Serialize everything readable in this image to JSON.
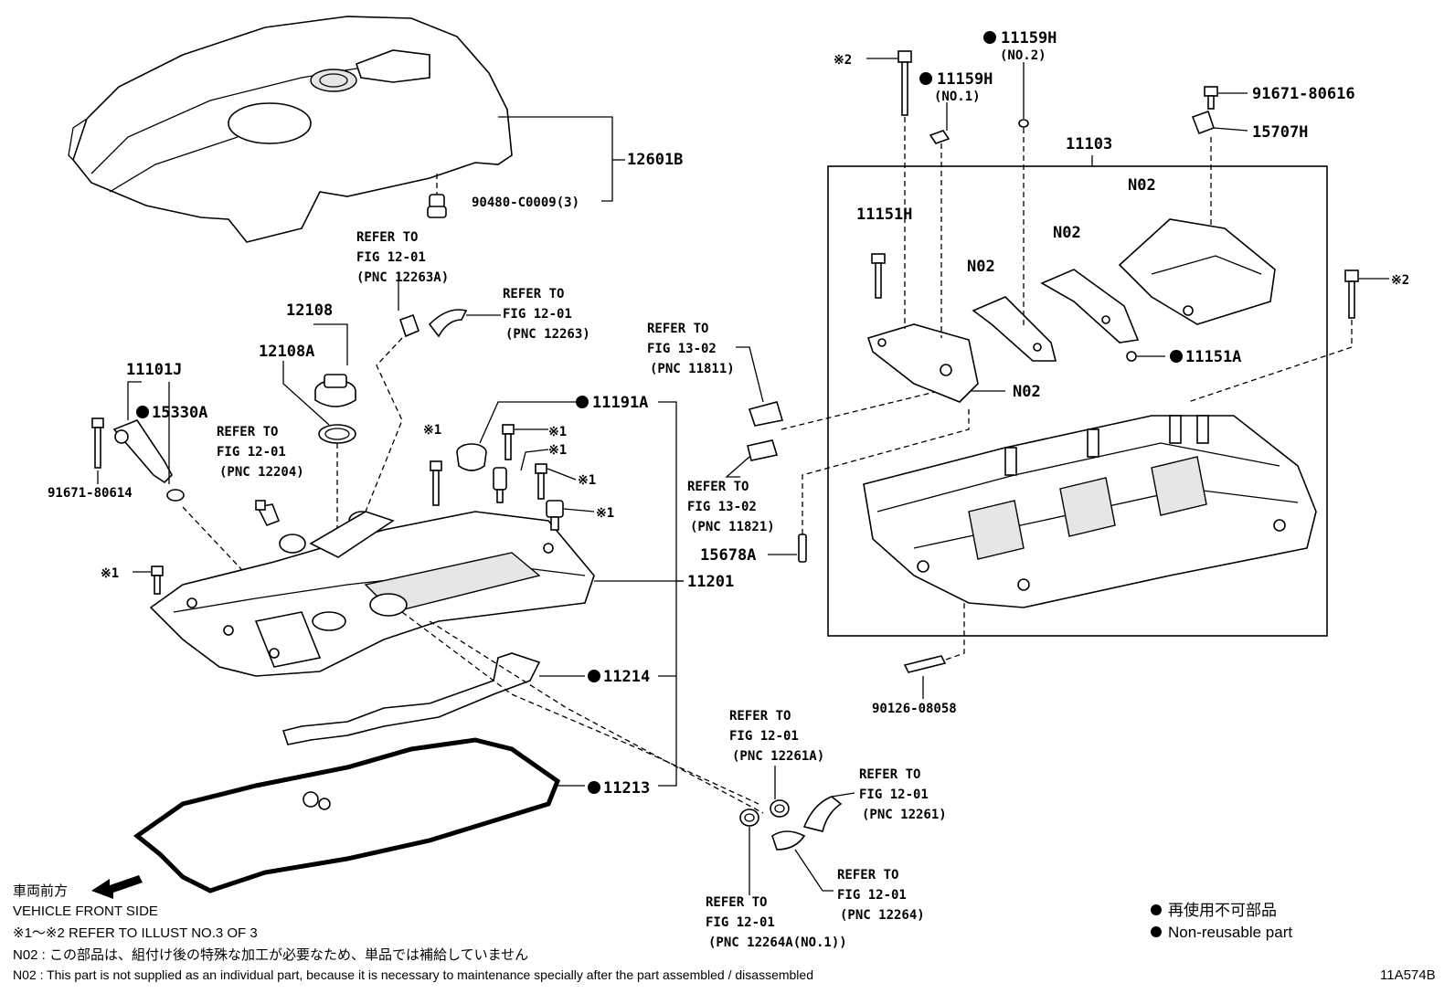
{
  "parts": {
    "p12601B": "12601B",
    "p90480": "90480-C0009(3)",
    "p12108": "12108",
    "p12108A": "12108A",
    "p11101J": "11101J",
    "p15330A": "15330A",
    "p91671_80614": "91671-80614",
    "p11191A": "11191A",
    "p11201": "11201",
    "p11214": "11214",
    "p11213": "11213",
    "p15678A": "15678A",
    "p90126": "90126-08058",
    "p11159H_2": "11159H",
    "p11159H_2_sub": "(NO.2)",
    "p11159H_1": "11159H",
    "p11159H_1_sub": "(NO.1)",
    "p91671_80616": "91671-80616",
    "p15707H": "15707H",
    "p11103": "11103",
    "p11151H": "11151H",
    "p11151A": "11151A",
    "n02": "N02",
    "mark1": "※1",
    "mark2": "※2"
  },
  "refs": {
    "r12263A": {
      "l1": "REFER TO",
      "l2": "FIG 12-01",
      "l3": "(PNC 12263A)"
    },
    "r12263": {
      "l1": "REFER TO",
      "l2": "FIG 12-01",
      "l3": "(PNC 12263)"
    },
    "r12204": {
      "l1": "REFER TO",
      "l2": "FIG 12-01",
      "l3": "(PNC 12204)"
    },
    "r11811": {
      "l1": "REFER TO",
      "l2": "FIG 13-02",
      "l3": "(PNC 11811)"
    },
    "r11821": {
      "l1": "REFER TO",
      "l2": "FIG 13-02",
      "l3": "(PNC 11821)"
    },
    "r12261A": {
      "l1": "REFER TO",
      "l2": "FIG 12-01",
      "l3": "(PNC 12261A)"
    },
    "r12261": {
      "l1": "REFER TO",
      "l2": "FIG 12-01",
      "l3": "(PNC 12261)"
    },
    "r12264": {
      "l1": "REFER TO",
      "l2": "FIG 12-01",
      "l3": "(PNC 12264)"
    },
    "r12264A": {
      "l1": "REFER TO",
      "l2": "FIG 12-01",
      "l3": "(PNC 12264A(NO.1))"
    }
  },
  "footer": {
    "front_jp": "車両前方",
    "front_en": "VEHICLE FRONT SIDE",
    "note1": "※1～※2 REFER TO ILLUST NO.3 OF 3",
    "note2": "N02 : この部品は、組付け後の特殊な加工が必要なため、単品では補給していません",
    "note3": "N02 : This part is not supplied as an individual part, because it is necessary to maintenance specially after the part assembled / disassembled",
    "legend_jp": "再使用不可部品",
    "legend_en": "Non-reusable part",
    "illust_id": "11A574B"
  }
}
